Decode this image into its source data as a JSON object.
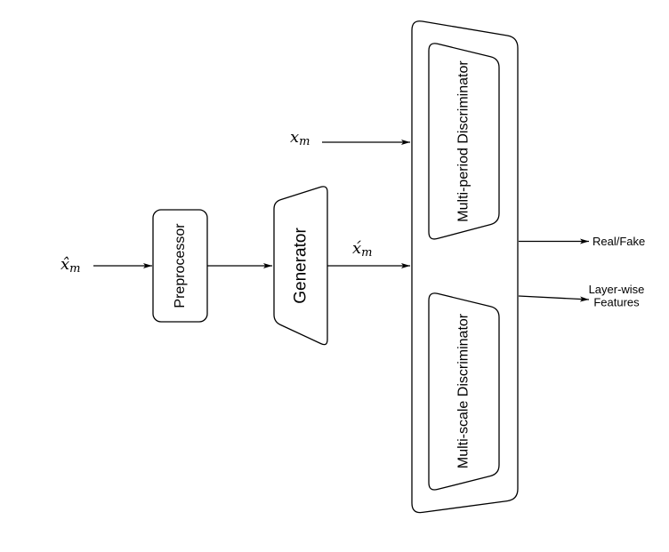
{
  "colors": {
    "background": "#ffffff",
    "stroke": "#000000"
  },
  "nodes": {
    "preprocessor": "Preprocessor",
    "generator": "Generator",
    "multi_period": "Multi-period Discriminator",
    "multi_scale": "Multi-scale Discriminator"
  },
  "signals": {
    "input": {
      "base": "x̂",
      "sub": "m"
    },
    "reference": {
      "base": "x",
      "sub": "m"
    },
    "generated": {
      "base": "x́",
      "sub": "m"
    }
  },
  "outputs": {
    "real_fake": "Real/Fake",
    "layer_wise_line1": "Layer-wise",
    "layer_wise_line2": "Features"
  }
}
